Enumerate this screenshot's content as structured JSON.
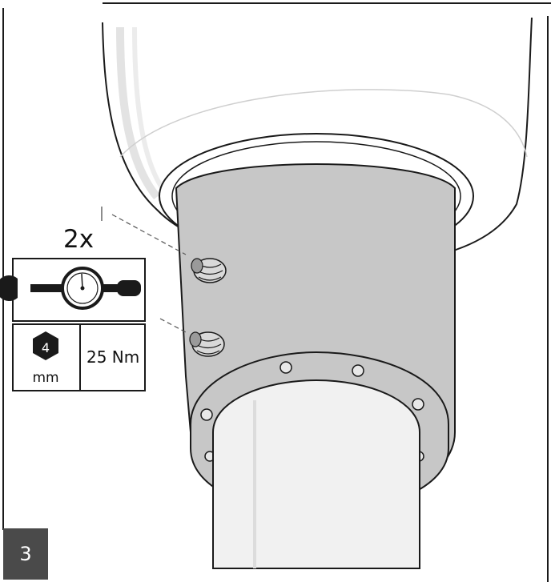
{
  "step": {
    "number": "3"
  },
  "callout": {
    "multiplier": "2x",
    "tool_icon": "torque-wrench-icon",
    "hex_key": {
      "size": "4",
      "unit": "mm",
      "icon": "hex-key-icon"
    },
    "torque": "25 Nm"
  },
  "colors": {
    "housing_fill": "#c7c7c7",
    "step_badge": "#4a4a4a",
    "line": "#1a1a1a"
  }
}
